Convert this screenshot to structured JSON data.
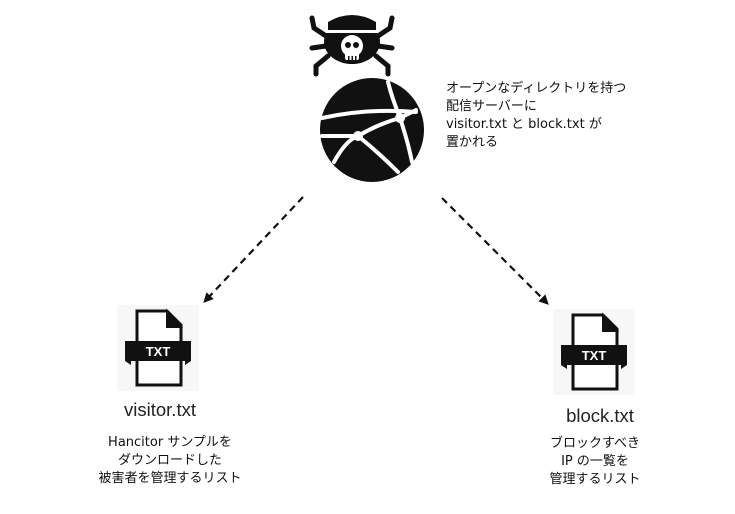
{
  "server": {
    "icon": "pirate-server-globe-icon",
    "description_lines": [
      "オープンなディレクトリを持つ",
      "配信サーバーに",
      "visitor.txt と block.txt が",
      "置かれる"
    ]
  },
  "files": [
    {
      "icon": "txt-file-icon",
      "badge": "TXT",
      "name": "visitor.txt",
      "description_lines": [
        "Hancitor サンプルを",
        "ダウンロードした",
        "被害者を管理するリスト"
      ]
    },
    {
      "icon": "txt-file-icon",
      "badge": "TXT",
      "name": "block.txt",
      "description_lines": [
        "ブロックすべき",
        "IP の一覧を",
        "管理するリスト"
      ]
    }
  ],
  "arrows": [
    {
      "from": "server",
      "to": "visitor.txt",
      "style": "dashed"
    },
    {
      "from": "server",
      "to": "block.txt",
      "style": "dashed"
    }
  ],
  "colors": {
    "ink": "#111111",
    "background": "#ffffff"
  }
}
